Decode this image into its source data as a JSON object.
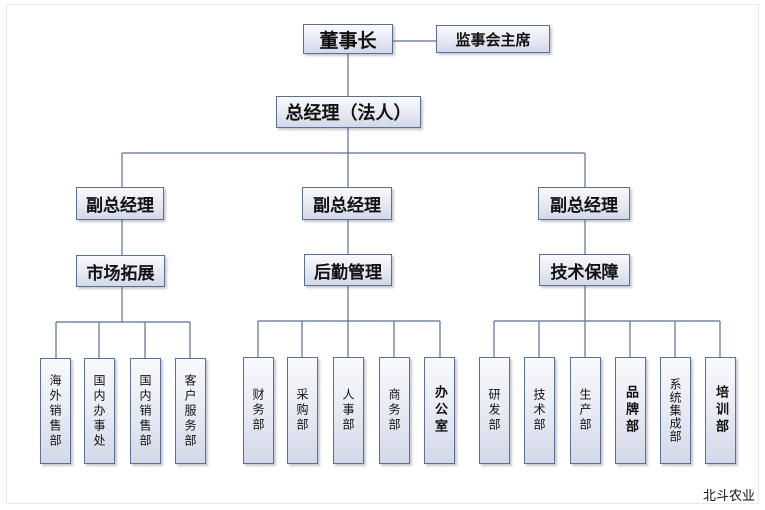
{
  "chart": {
    "chairman": "董事长",
    "supervisor": "监事会主席",
    "general_manager": "总经理（法人）",
    "vice_gm": [
      "副总经理",
      "副总经理",
      "副总经理"
    ],
    "divisions": [
      "市场拓展",
      "后勤管理",
      "技术保障"
    ],
    "market_depts": [
      "海外销售部",
      "国内办事处",
      "国内销售部",
      "客户服务部"
    ],
    "logistics_depts": [
      "财务部",
      "采购部",
      "人事部",
      "商务部",
      "办公室"
    ],
    "tech_depts": [
      "研发部",
      "技术部",
      "生产部",
      "品牌部",
      "系统集成部",
      "培训部"
    ]
  },
  "watermark": "北斗农业",
  "colors": {
    "box_border": "#5d6f93",
    "connector": "#5b6f96"
  }
}
